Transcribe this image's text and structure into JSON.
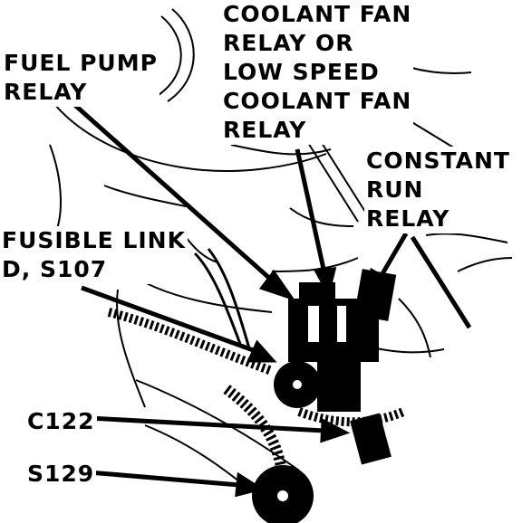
{
  "labels": {
    "coolant_fan_relay": "COOLANT FAN\nRELAY OR\nLOW SPEED\nCOOLANT FAN\nRELAY",
    "fuel_pump_relay": "FUEL PUMP\nRELAY",
    "constant_run_relay": "CONSTANT\nRUN\nRELAY",
    "fusible_link": "FUSIBLE LINK\nD, S107",
    "c122": "C122",
    "s129": "S129"
  },
  "colors": {
    "ink": "#000000",
    "paper": "#ffffff"
  }
}
